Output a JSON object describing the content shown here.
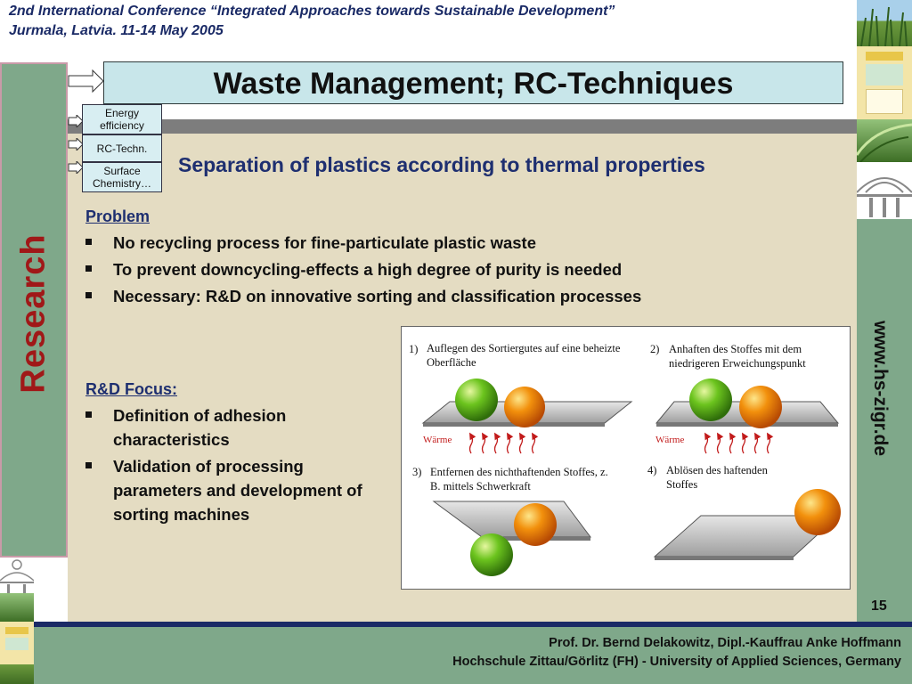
{
  "header": {
    "conference_line1": "2nd International Conference “Integrated Approaches towards Sustainable Development”",
    "conference_line2": "Jurmala, Latvia. 11-14 May 2005"
  },
  "slide": {
    "title": "Waste Management; RC-Techniques",
    "subtitle": "Separation of plastics according to thermal properties",
    "side_label": "Research",
    "website": "www.hs-zigr.de",
    "page_number": "15"
  },
  "tabs": [
    {
      "label": "Energy efficiency"
    },
    {
      "label": "RC-Techn."
    },
    {
      "label": "Surface Chemistry…"
    }
  ],
  "problem": {
    "heading": "Problem",
    "bullets": [
      "No recycling process for fine-particulate plastic waste",
      "To prevent downcycling-effects a high degree of purity is needed",
      "Necessary: R&D on innovative sorting and classification processes"
    ]
  },
  "focus": {
    "heading": "R&D Focus:",
    "bullets": [
      "Definition of adhesion characteristics",
      "Validation of processing parameters and development of sorting machines"
    ]
  },
  "diagram": {
    "steps": [
      {
        "num": "1)",
        "text": "Auflegen des Sortiergutes auf eine beheizte Oberfläche"
      },
      {
        "num": "2)",
        "text": "Anhaften des Stoffes mit dem niedrigeren Erweichungspunkt"
      },
      {
        "num": "3)",
        "text": "Entfernen des nichthaftenden Stoffes, z. B. mittels Schwerkraft"
      },
      {
        "num": "4)",
        "text": "Ablösen des haftenden Stoffes"
      }
    ],
    "heat_label": "Wärme",
    "colors": {
      "green_ball": "#58b81c",
      "orange_ball": "#f08a0a",
      "heat_arrow": "#c21b1b"
    }
  },
  "footer": {
    "authors": "Prof. Dr. Bernd Delakowitz, Dipl.-Kauffrau Anke Hoffmann",
    "institution": "Hochschule Zittau/Görlitz (FH) - University of Applied Sciences, Germany"
  },
  "theme": {
    "title_bg": "#c8e6ea",
    "panel_bg": "#e4dcc2",
    "strip_green": "#7fa88a",
    "navy": "#1a2a66",
    "accent_red": "#a01818"
  }
}
